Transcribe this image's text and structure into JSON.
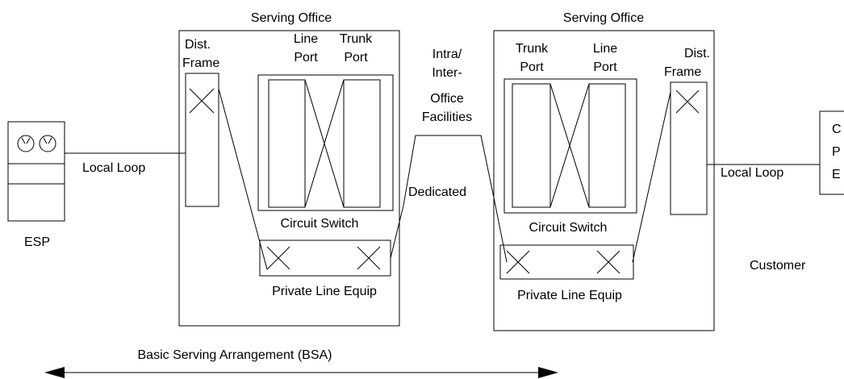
{
  "left_office": {
    "title": "Serving Office",
    "dist_frame": [
      "Dist.",
      "Frame"
    ],
    "line_port": [
      "Line",
      "Port"
    ],
    "trunk_port": [
      "Trunk",
      "Port"
    ],
    "switch_label": "Circuit Switch",
    "private_line_label": "Private Line Equip"
  },
  "right_office": {
    "title": "Serving Office",
    "trunk_port": [
      "Trunk",
      "Port"
    ],
    "line_port": [
      "Line",
      "Port"
    ],
    "dist_frame": [
      "Dist.",
      "Frame"
    ],
    "switch_label": "Circuit Switch",
    "private_line_label": "Private Line Equip"
  },
  "facilities": [
    "Intra/",
    "Inter-",
    "Office",
    "Facilities"
  ],
  "dedicated_label": "Dedicated",
  "esp_label": "ESP",
  "left_loop_label": "Local Loop",
  "right_loop_label": "Local Loop",
  "customer_label": "Customer",
  "cpe_letters": [
    "C",
    "P",
    "E"
  ],
  "bsa_label": "Basic Serving Arrangement (BSA)"
}
